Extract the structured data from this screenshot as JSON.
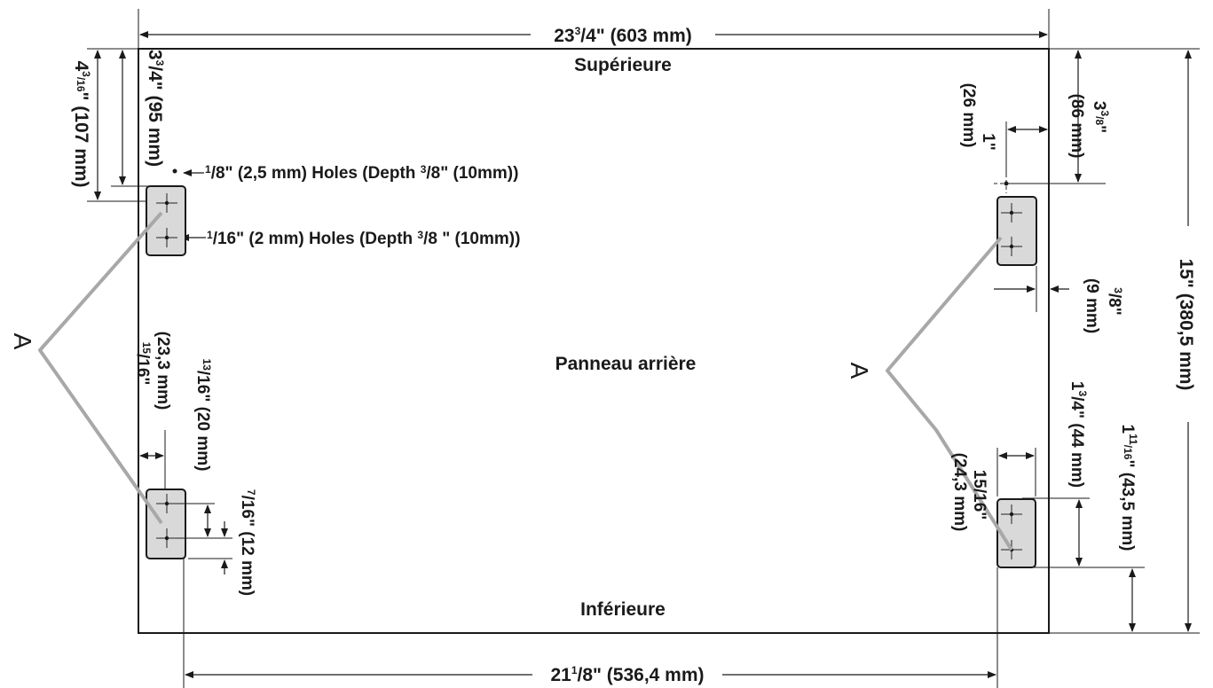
{
  "panel": {
    "top_label": "Supérieure",
    "center_label": "Panneau arrière",
    "bottom_label": "Inférieure"
  },
  "callouts": {
    "left": "A",
    "right": "A"
  },
  "dimensions": {
    "width_top": {
      "a": "23",
      "b": "3",
      "c": "/4\" (603 mm)"
    },
    "width_bottom": {
      "a": "21",
      "b": "1",
      "c": "/8\" (536,4 mm)"
    },
    "height_right": "15\" (380,5 mm)",
    "left_top_outer": {
      "a": "4",
      "b": "3",
      "c": "/16",
      "d": "\" (107 mm)"
    },
    "left_top_inner": {
      "a": "3",
      "b": "3",
      "c": "/4",
      "d": "\" (95 mm)"
    },
    "hole_small": {
      "a": "1",
      "b": "/8\" (2,5 mm) Holes (Depth ",
      "c": "3",
      "d": "/8\" (10mm))"
    },
    "hole_tiny": {
      "a": "1",
      "b": "/16\" (2 mm) Holes (Depth ",
      "c": "3",
      "d": "/8 \" (10mm))"
    },
    "left_width": {
      "a": "15",
      "b": "/16",
      "c": "\"",
      "d": "(23,3 mm)"
    },
    "left_pitch": {
      "a": "13",
      "b": "/16",
      "c": "\" (20 mm)"
    },
    "left_pitch_small": {
      "a": "7",
      "b": "/16",
      "c": "\" (12 mm)"
    },
    "right_top_a": {
      "a": "3",
      "b": "3",
      "c": "/8",
      "d": "\""
    },
    "right_top_b": "(86 mm)",
    "right_inset_a": "1\"",
    "right_inset_b": "(26 mm)",
    "right_edge_a": {
      "a": "3",
      "b": "/8",
      "c": "\""
    },
    "right_edge_b": "(9 mm)",
    "right_pitch": {
      "a": "1",
      "b": "3",
      "c": "/4",
      "d": "\" (44 mm)"
    },
    "right_lower": {
      "a": "1",
      "b": "11",
      "c": "/16",
      "d": "\" (43,5 mm)"
    },
    "right_width_a": "15/16\"",
    "right_width_b": "(24,3 mm)"
  },
  "icons": {
    "hole_marker": "crosshair-icon",
    "arrow": "arrowhead-icon"
  }
}
